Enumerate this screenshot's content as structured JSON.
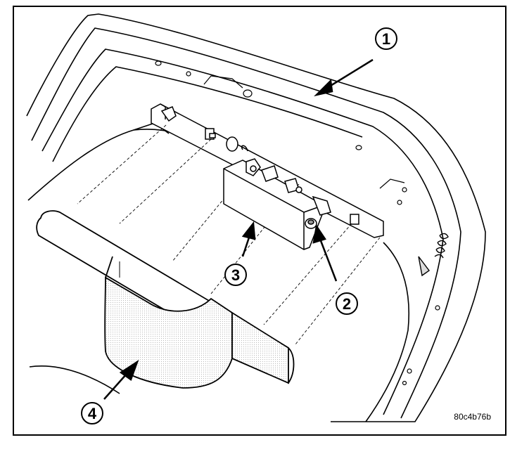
{
  "figure": {
    "id_label": "80c4b76b"
  },
  "callouts": [
    {
      "number": "1"
    },
    {
      "number": "2"
    },
    {
      "number": "3"
    },
    {
      "number": "4"
    }
  ]
}
